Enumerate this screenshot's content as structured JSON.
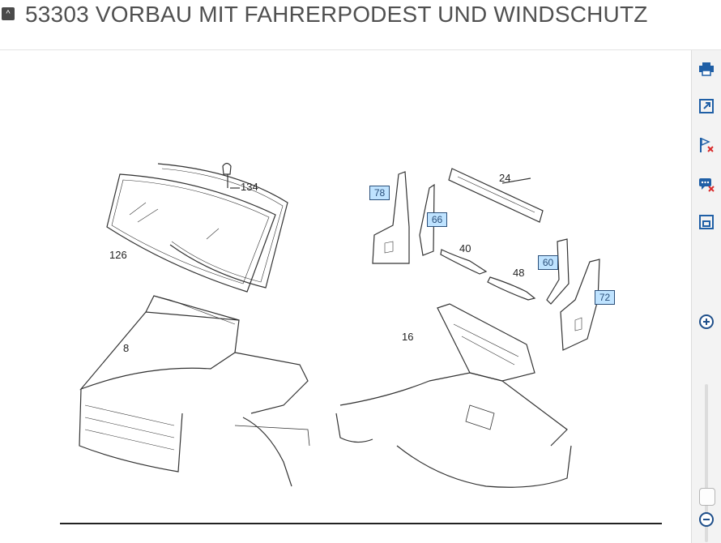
{
  "header": {
    "collapse_icon": "chevron-up-icon",
    "collapse_glyph": "^",
    "title": "53303 VORBAU MIT FAHRERPODEST UND WINDSCHUTZ"
  },
  "diagram": {
    "hotspots": [
      "78",
      "66",
      "60",
      "72"
    ],
    "labels": [
      "134",
      "126",
      "24",
      "40",
      "48",
      "8",
      "16"
    ]
  },
  "toolbar": {
    "tools": [
      "print-icon",
      "open-external-icon",
      "flag-remove-icon",
      "chat-remove-icon",
      "fit-window-icon"
    ],
    "zoom_in_icon": "zoom-in-icon",
    "zoom_out_icon": "zoom-out-icon",
    "accent_color": "#1f5fa6"
  }
}
